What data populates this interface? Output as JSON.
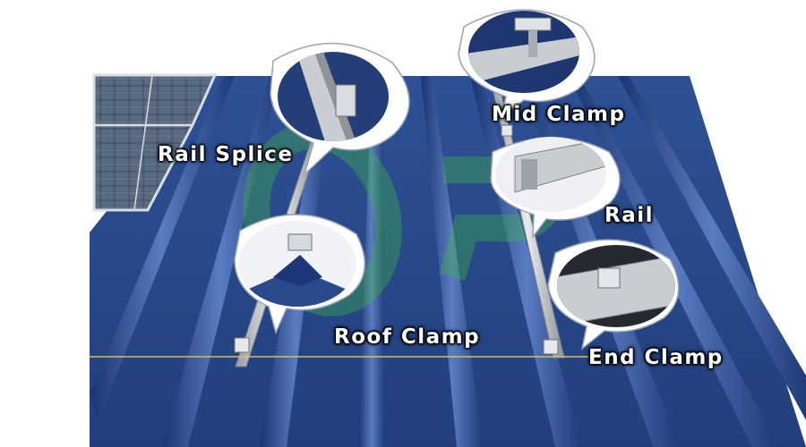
{
  "labels": {
    "rail_splice": "Rail Splice",
    "mid_clamp": "Mid Clamp",
    "rail": "Rail",
    "roof_clamp": "Roof Clamp",
    "end_clamp": "End Clamp"
  },
  "colors": {
    "roof_blue": "#2b4a8c",
    "roof_dark": "#1a2f62",
    "rib_highlight": "#4a6db5",
    "aluminum": "#c9ccd1",
    "solar_panel": "#3d4a5a",
    "watermark_green": "#3fbf3f",
    "guide_line": "#d8c24a"
  }
}
